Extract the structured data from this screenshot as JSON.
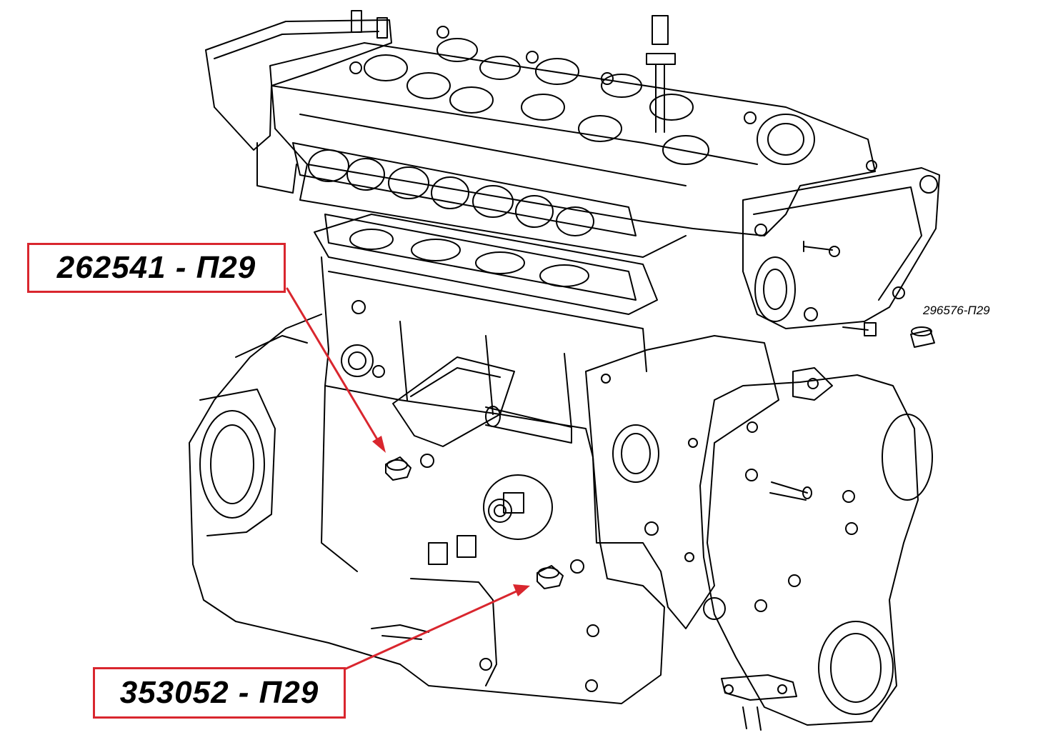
{
  "labels": {
    "part_1": "262541 - П29",
    "part_2": "353052 - П29",
    "part_3": "296576-П29"
  },
  "colors": {
    "callout_red": "#d9262e",
    "line": "#000000",
    "background": "#ffffff"
  }
}
